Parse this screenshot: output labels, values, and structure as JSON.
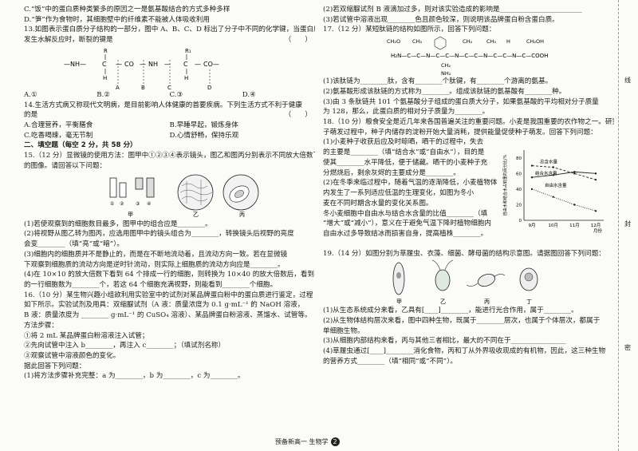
{
  "left": {
    "lines_top": [
      "C.“饭”中的蛋白质种类繁多的原因之一是氨基酸结合的方式多种多样",
      "D.“笋”作为食物时，其细胞壁中的纤维素不能被人体吸收利用"
    ],
    "q13": {
      "l1": "13.如图表示蛋白质分子结构的一部分，图中 A、B、C、D 标出了分子中不同的化学键，当蛋白质",
      "l2": "发生水解反应时，断裂的键是",
      "paren": "（　　）",
      "formula": {
        "left": "—NH—",
        "c1": "C",
        "co1": "CO",
        "nh": "NH",
        "c2": "C",
        "co2": "CO—",
        "r": "R",
        "r1": "R₁",
        "h": "H",
        "h2": "H",
        "a": "A",
        "b": "B",
        "c": "C",
        "d": "D"
      },
      "options": [
        "A.①",
        "B.②",
        "C.③",
        "D.④"
      ]
    },
    "q14": {
      "l1": "14.生活方式病又称现代文明病，是目前影响人体健康的首要疾病。下列生活方式不利于健康",
      "l2": "的是",
      "paren": "（　　）",
      "opt_a": "A.合理营养，平衡膳食",
      "opt_b": "B.早睡早起，锻炼身体",
      "opt_c": "C.吃香喝辣，毫无节制",
      "opt_d": "D.心情舒畅，保持乐观"
    },
    "section2": "二、填空题（每空 2 分，共 58 分）",
    "q15": {
      "l1": "15.（12 分）显微镜的使用方法：图甲中①②③④表示镜头，图乙和图丙分别表示不同放大倍数下观察到",
      "l2": "的图像。请回答以下问题：",
      "fig_labels": [
        "甲",
        "乙",
        "丙"
      ],
      "fig_nums": [
        "①",
        "②",
        "③",
        "④"
      ],
      "s1": "(1)若使观察到的细胞数目最多，图甲中的组合应是________。",
      "s2": "(2)将视野从图乙转为图丙，应选用图甲中的镜头组合为________，转换镜头后视野的亮度",
      "s2b": "会变________（填“亮”或“暗”）。",
      "s3": "(3)细胞内的细胞质并不是静止的，而是在不断地流动着，且流动方向一致。若在显微镜",
      "s3b": "下观察到细胞质的流动方向是逆时针流动，则实际上细胞质的流动方向应是________。",
      "s4": "(4)在 10×10 的放大倍数下看到 64 个排成一行的细胞，则转换为 10×40 的放大倍数后，看到",
      "s4b": "的一行细胞数为________个，若这 64 个细胞充满视野，则能看到________个细胞。"
    },
    "q16": {
      "l1": "16.（10 分）某生物兴趣小组欲利用实验室中的试剂对某品牌蛋白粉中的蛋白质进行鉴定，过程",
      "l2": "如下所示。实验试剂及用具：双缩脲试剂（A 液：质量浓度为 0.1 g·mL⁻¹ 的 NaOH 溶液，",
      "l3": "B 液：质量浓度为 ________ g·mL⁻¹ 的 CuSO₄ 溶液）、某品牌蛋白粉溶液、蒸馏水、试管等。",
      "l4": "方法步骤：",
      "l5": "①将 2 mL 某品牌蛋白粉溶液注入试管；",
      "l6": "②先向试管中注入 b________，再注入 c________；（填试剂名称）",
      "l7": "③观察试管中溶液颜色的变化。",
      "l8": "据此回答下列问题：",
      "l9": "(1)将方法步骤补充完整：a 为________，b 为________，c 为________。"
    }
  },
  "right": {
    "r1": "(2)若双缩脲试剂 B 液滴加过多，则对该实验造成的影响是________________________",
    "r2": "(3)若试管中溶液出现________色且颜色较深，则说明该品牌蛋白粉含蛋白质。",
    "q17": {
      "l1": "17.（12 分）某短肽链的结构如图所示，回答下列问题：",
      "formula_items": [
        "CH₂O",
        "CH₃",
        "H",
        "CH₃",
        "CH₃",
        "CH₂",
        "H",
        "CH₂OH"
      ],
      "nh2": "NH₂",
      "s1": "(1)该肽链为________肽，含有________个肽键，有________个游离的氨基。",
      "s2": "(2)氨基酸形成该肽链的方式称为________。组成该肽链的氨基酸有________种。",
      "s3": "(3)由 3 条肽链共 101 个氨基酸分子组成的蛋白质大分子，如果氨基酸的平均相对分子质量",
      "s3b": "为 128，那么，此蛋白质的相对分子质量为________。"
    },
    "q18": {
      "l1": "18.（10 分）粮食安全是近几年来各国普遍关注的重要问题。小麦是我国重要的农作物之一。研究表明，在小麦种",
      "l2": "子萌发过程中，种子内储存的淀粉开始大量消耗，提供能量促使种子萌发。回答下列问题：",
      "s1": "(1)小麦种子收获后应及时晾晒，晒干的过程中，失去",
      "s1b": "的主要是________（填“结合水”或“自由水”），目的是",
      "s1c": "使其________水平降低，便于储藏。晒干的小麦种子充",
      "s1d": "分燃烧后，剩余灰烬的主要成分是________。",
      "s2": "(2)在冬季来临过程中，随着气温的逐渐降低，小麦植物体",
      "s2b": "内发生了一系列适应低温的生理变化，如图为冬小",
      "s2c": "麦在不同时期含水量的变化关系图。",
      "s2d": "冬小麦细胞中自由水与结合水含量的比值________（填",
      "s2e": "“增大”或“减小”），意义在于避免气温下降时植物细胞内",
      "s2f": "自由水过多导致结冰而损害自身，提高植株________。"
    },
    "chart_data": {
      "type": "line",
      "title": "",
      "ylabel": "自由水和结合水占鲜重的百分比/%",
      "ylabel2": "自由水和结合水占鲜重的百分比/%",
      "xlabel": "月份",
      "x": [
        "9月",
        "10月",
        "11月",
        "12月"
      ],
      "yticks": [
        0,
        20,
        40,
        60,
        80
      ],
      "xticks": [
        "9",
        "10",
        "11",
        "12"
      ],
      "series": [
        {
          "name": "结合水含量",
          "values": [
            55,
            58,
            62,
            60
          ]
        },
        {
          "name": "总含水量",
          "values": [
            70,
            68,
            60,
            52
          ]
        },
        {
          "name": "自由水含量",
          "values": [
            40,
            30,
            20,
            12
          ]
        }
      ],
      "ylim": [
        0,
        90
      ]
    },
    "q19": {
      "l1": "19.（14 分）如图分别为草履虫、衣藻、细菌、酵母菌的结构示意图。请据图回答下列问题：",
      "labels": [
        "甲",
        "乙",
        "丙",
        "丁"
      ],
      "s1": "(1)从生态系统成分来看，乙具有[____]________，能进行光合作用，属于________。",
      "s2": "(2)从生物体结构层次来看，图中四种生物，既属于________层次，也属于个体层次，都属于",
      "s2b": "单细胞生物。",
      "s3": "(3)从细胞内部结构来看，丙与其他三者相比，最大的不同在于________________",
      "s4": "(4)草履虫通过[____]________消化食物，丙和丁从外界吸收现成的有机物，因此，这三种生物",
      "s4b": "的营养方式________（填“相同”或“不同”）。"
    }
  },
  "footer": {
    "text": "预备新高一 生物学",
    "page": "2"
  },
  "sidebar": {
    "chars": [
      "线",
      "封",
      "密"
    ]
  }
}
